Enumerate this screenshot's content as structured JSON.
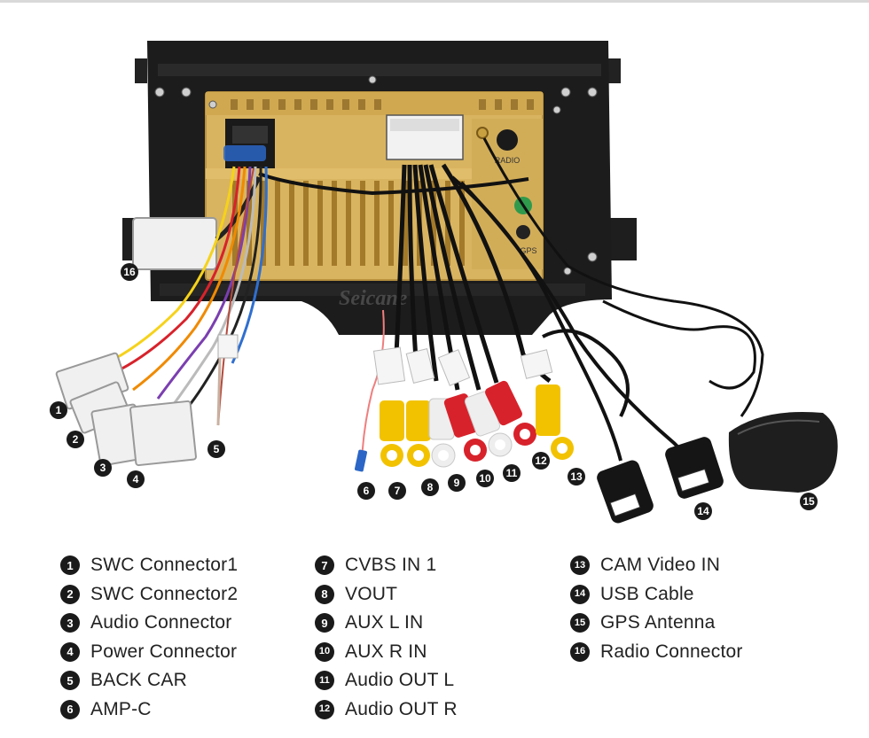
{
  "brand": {
    "watermark": "Seicane"
  },
  "unit_labels": {
    "radio": "RADIO",
    "gps": "GPS"
  },
  "callouts": [
    {
      "n": "1"
    },
    {
      "n": "2"
    },
    {
      "n": "3"
    },
    {
      "n": "4"
    },
    {
      "n": "5"
    },
    {
      "n": "6"
    },
    {
      "n": "7"
    },
    {
      "n": "8"
    },
    {
      "n": "9"
    },
    {
      "n": "10"
    },
    {
      "n": "11"
    },
    {
      "n": "12"
    },
    {
      "n": "13"
    },
    {
      "n": "14"
    },
    {
      "n": "15"
    },
    {
      "n": "16"
    }
  ],
  "legend": {
    "col1": [
      {
        "n": "1",
        "label": "SWC Connector1"
      },
      {
        "n": "2",
        "label": "SWC Connector2"
      },
      {
        "n": "3",
        "label": "Audio Connector"
      },
      {
        "n": "4",
        "label": "Power Connector"
      },
      {
        "n": "5",
        "label": "BACK CAR"
      },
      {
        "n": "6",
        "label": "AMP-C"
      }
    ],
    "col2": [
      {
        "n": "7",
        "label": "CVBS IN 1"
      },
      {
        "n": "8",
        "label": "VOUT"
      },
      {
        "n": "9",
        "label": "AUX L IN"
      },
      {
        "n": "10",
        "label": "AUX R IN"
      },
      {
        "n": "11",
        "label": "Audio OUT L"
      },
      {
        "n": "12",
        "label": "Audio OUT R"
      }
    ],
    "col3": [
      {
        "n": "13",
        "label": "CAM Video IN"
      },
      {
        "n": "14",
        "label": "USB Cable"
      },
      {
        "n": "15",
        "label": "GPS Antenna"
      },
      {
        "n": "16",
        "label": "Radio Connector"
      }
    ]
  },
  "colors": {
    "frame": "#1c1c1c",
    "chassis": "#d9b460",
    "cable": "#111111",
    "rca_yellow": "#f2c200",
    "rca_white": "#eeeeee",
    "rca_red": "#d8222b",
    "badge": "#1a1a1a"
  }
}
